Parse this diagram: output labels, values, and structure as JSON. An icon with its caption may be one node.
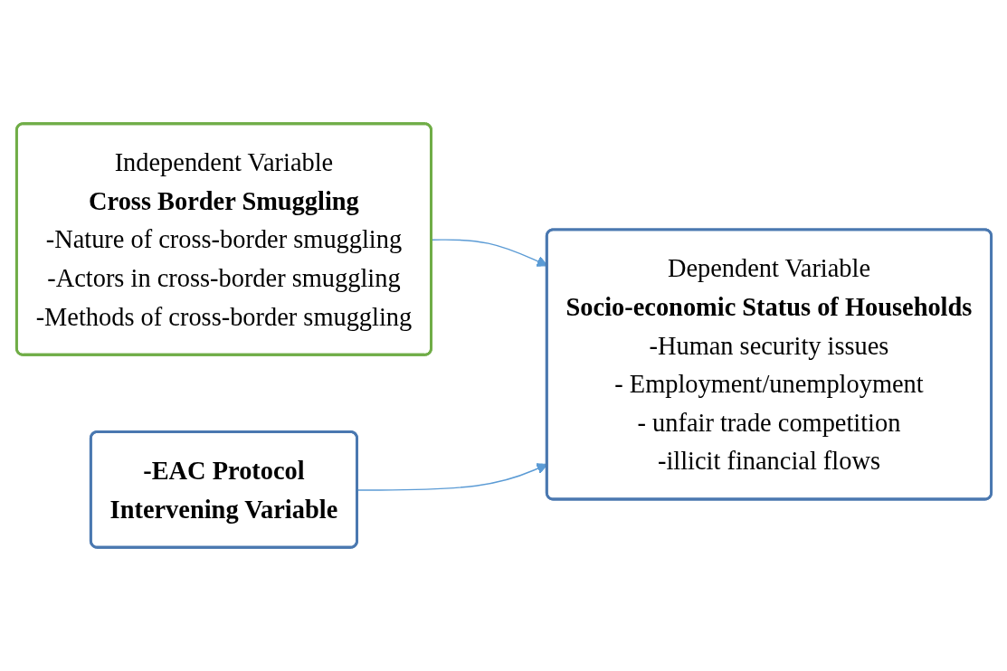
{
  "diagram": {
    "nodes": [
      {
        "text": [
          "Independent Variable",
          "Cross Border Smuggling",
          "-Nature of cross-border smuggling",
          "-Actors in cross-border smuggling",
          "-Methods of cross-border smuggling"
        ]
      },
      {
        "text": [
          "Dependent Variable",
          "Socio-economic Status of Households",
          "-Human security issues",
          "- Employment/unemployment",
          "- unfair trade competition",
          "-illicit financial flows"
        ]
      },
      {
        "text": [
          "-EAC Protocol",
          "Intervening Variable"
        ]
      }
    ],
    "edges": [
      {
        "from": 0,
        "to": 1,
        "arrow": "to"
      },
      {
        "from": 2,
        "to": 1,
        "arrow": "to"
      }
    ]
  }
}
